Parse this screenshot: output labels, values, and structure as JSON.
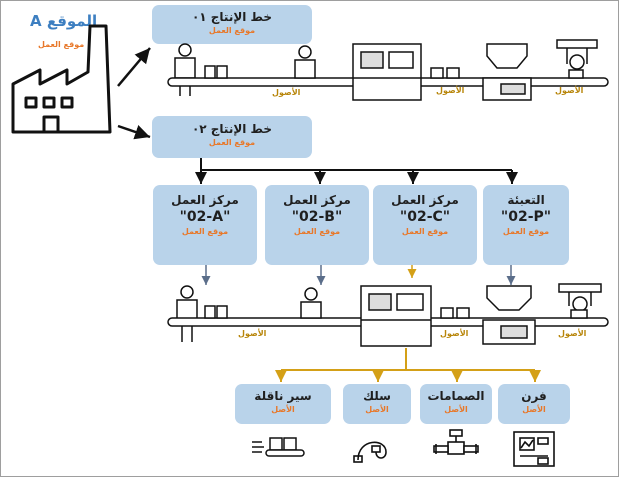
{
  "site": {
    "title": "الموقع A",
    "subtitle": "موقع العمل"
  },
  "lines": [
    {
      "title": "خط الإنتاج ٠١",
      "subtitle": "موقع العمل"
    },
    {
      "title": "خط الإنتاج ٠٢",
      "subtitle": "موقع العمل"
    }
  ],
  "work_centers": [
    {
      "title": "مركز العمل",
      "code": "\"02-A\"",
      "subtitle": "موقع العمل"
    },
    {
      "title": "مركز العمل",
      "code": "\"02-B\"",
      "subtitle": "موقع العمل"
    },
    {
      "title": "مركز العمل",
      "code": "\"02-C\"",
      "subtitle": "موقع العمل"
    },
    {
      "title": "التعبئة",
      "code": "\"02-P\"",
      "subtitle": "موقع العمل"
    }
  ],
  "line1_assets": [
    "الأصول",
    "الأصول",
    "الأصول"
  ],
  "line2_assets": [
    "الأصول",
    "الأصول",
    "الأصول"
  ],
  "assets": [
    {
      "title": "سير ناقلة",
      "subtitle": "الأصل"
    },
    {
      "title": "سلك",
      "subtitle": "الأصل"
    },
    {
      "title": "الصمامات",
      "subtitle": "الأصل"
    },
    {
      "title": "فرن",
      "subtitle": "الأصل"
    }
  ],
  "colors": {
    "box": "#b9d3ea",
    "subtitle": "#e8782a",
    "site_title": "#3d7fc1",
    "asset_label": "#b8860b",
    "arrow_gold": "#d4a017",
    "arrow_dark": "#111111",
    "arrow_grey": "#5b6e8a"
  }
}
